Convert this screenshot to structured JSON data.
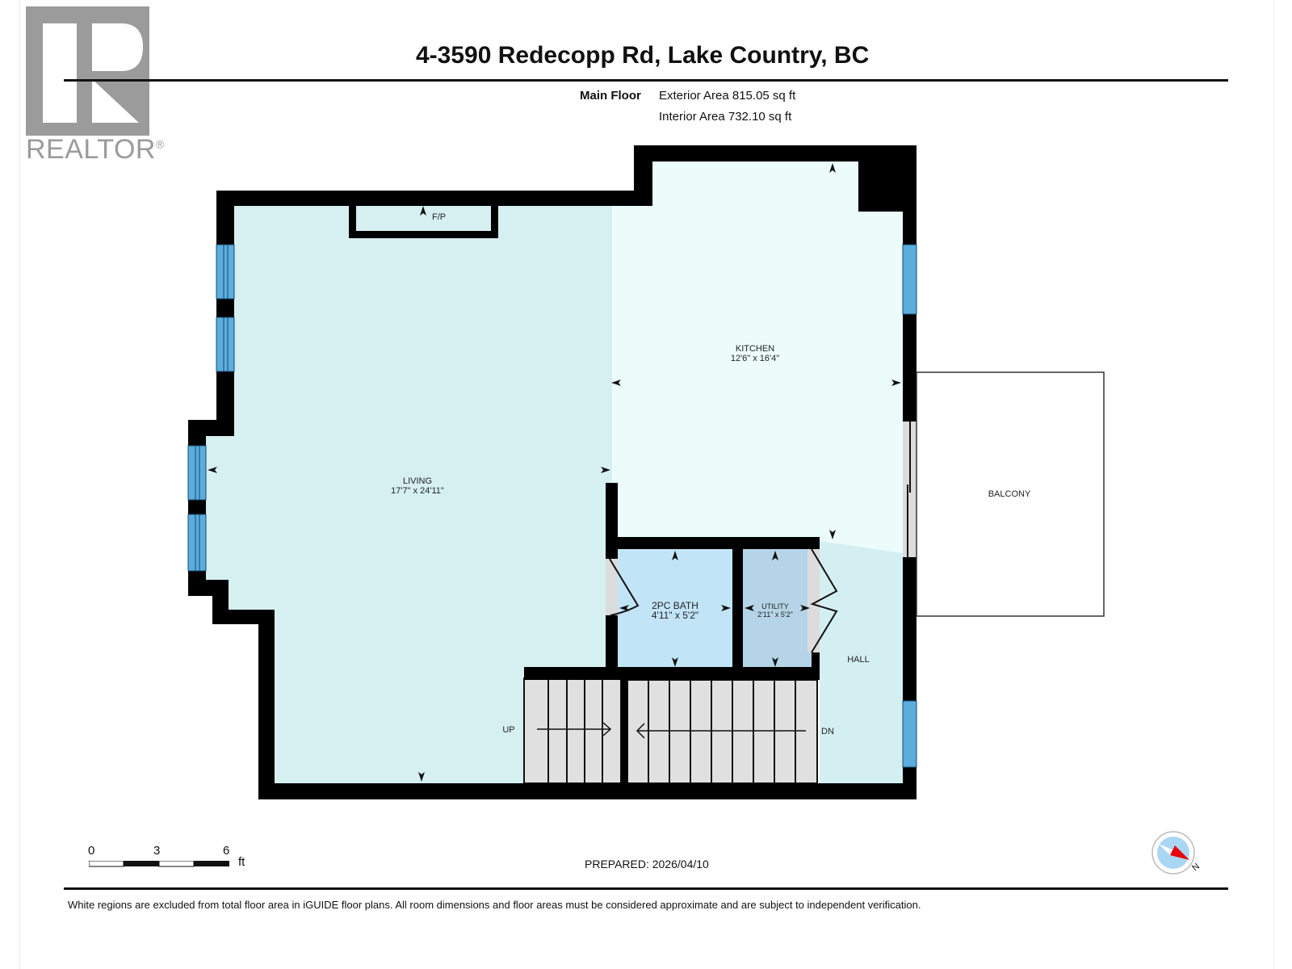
{
  "brand": {
    "logo_text": "REALTOR",
    "registered_mark": "®"
  },
  "header": {
    "title": "4-3590 Redecopp Rd, Lake Country, BC",
    "floor_label": "Main Floor",
    "exterior_area": "Exterior Area 815.05 sq ft",
    "interior_area": "Interior Area 732.10 sq ft"
  },
  "rooms": [
    {
      "name": "LIVING",
      "dims": "17'7\" x 24'11\""
    },
    {
      "name": "KITCHEN",
      "dims": "12'6\" x 16'4\""
    },
    {
      "name": "2PC BATH",
      "dims": "4'11\" x 5'2\""
    },
    {
      "name": "UTILITY",
      "dims": "2'11\" x 5'2\""
    },
    {
      "name": "HALL",
      "dims": ""
    },
    {
      "name": "BALCONY",
      "dims": ""
    }
  ],
  "annotations": {
    "fireplace": "F/P",
    "stairs_up": "UP",
    "stairs_down": "DN"
  },
  "scale_bar": {
    "ticks": [
      "0",
      "3",
      "6"
    ],
    "unit": "ft"
  },
  "footer": {
    "prepared": "PREPARED: 2026/04/10",
    "disclaimer": "White regions are excluded from total floor area in iGUIDE floor plans. All room dimensions and floor areas must be considered approximate and are subject to independent verification."
  },
  "compass": {
    "label": "N"
  },
  "colors": {
    "living": "#d6f0f2",
    "kitchen": "#ebfcfb",
    "bath": "#c2e4f7",
    "utility": "#b5d4e7",
    "hall": "#d4eff2",
    "stairs": "#e0e0e0",
    "window": "#5aaddc",
    "wall": "#000000"
  }
}
